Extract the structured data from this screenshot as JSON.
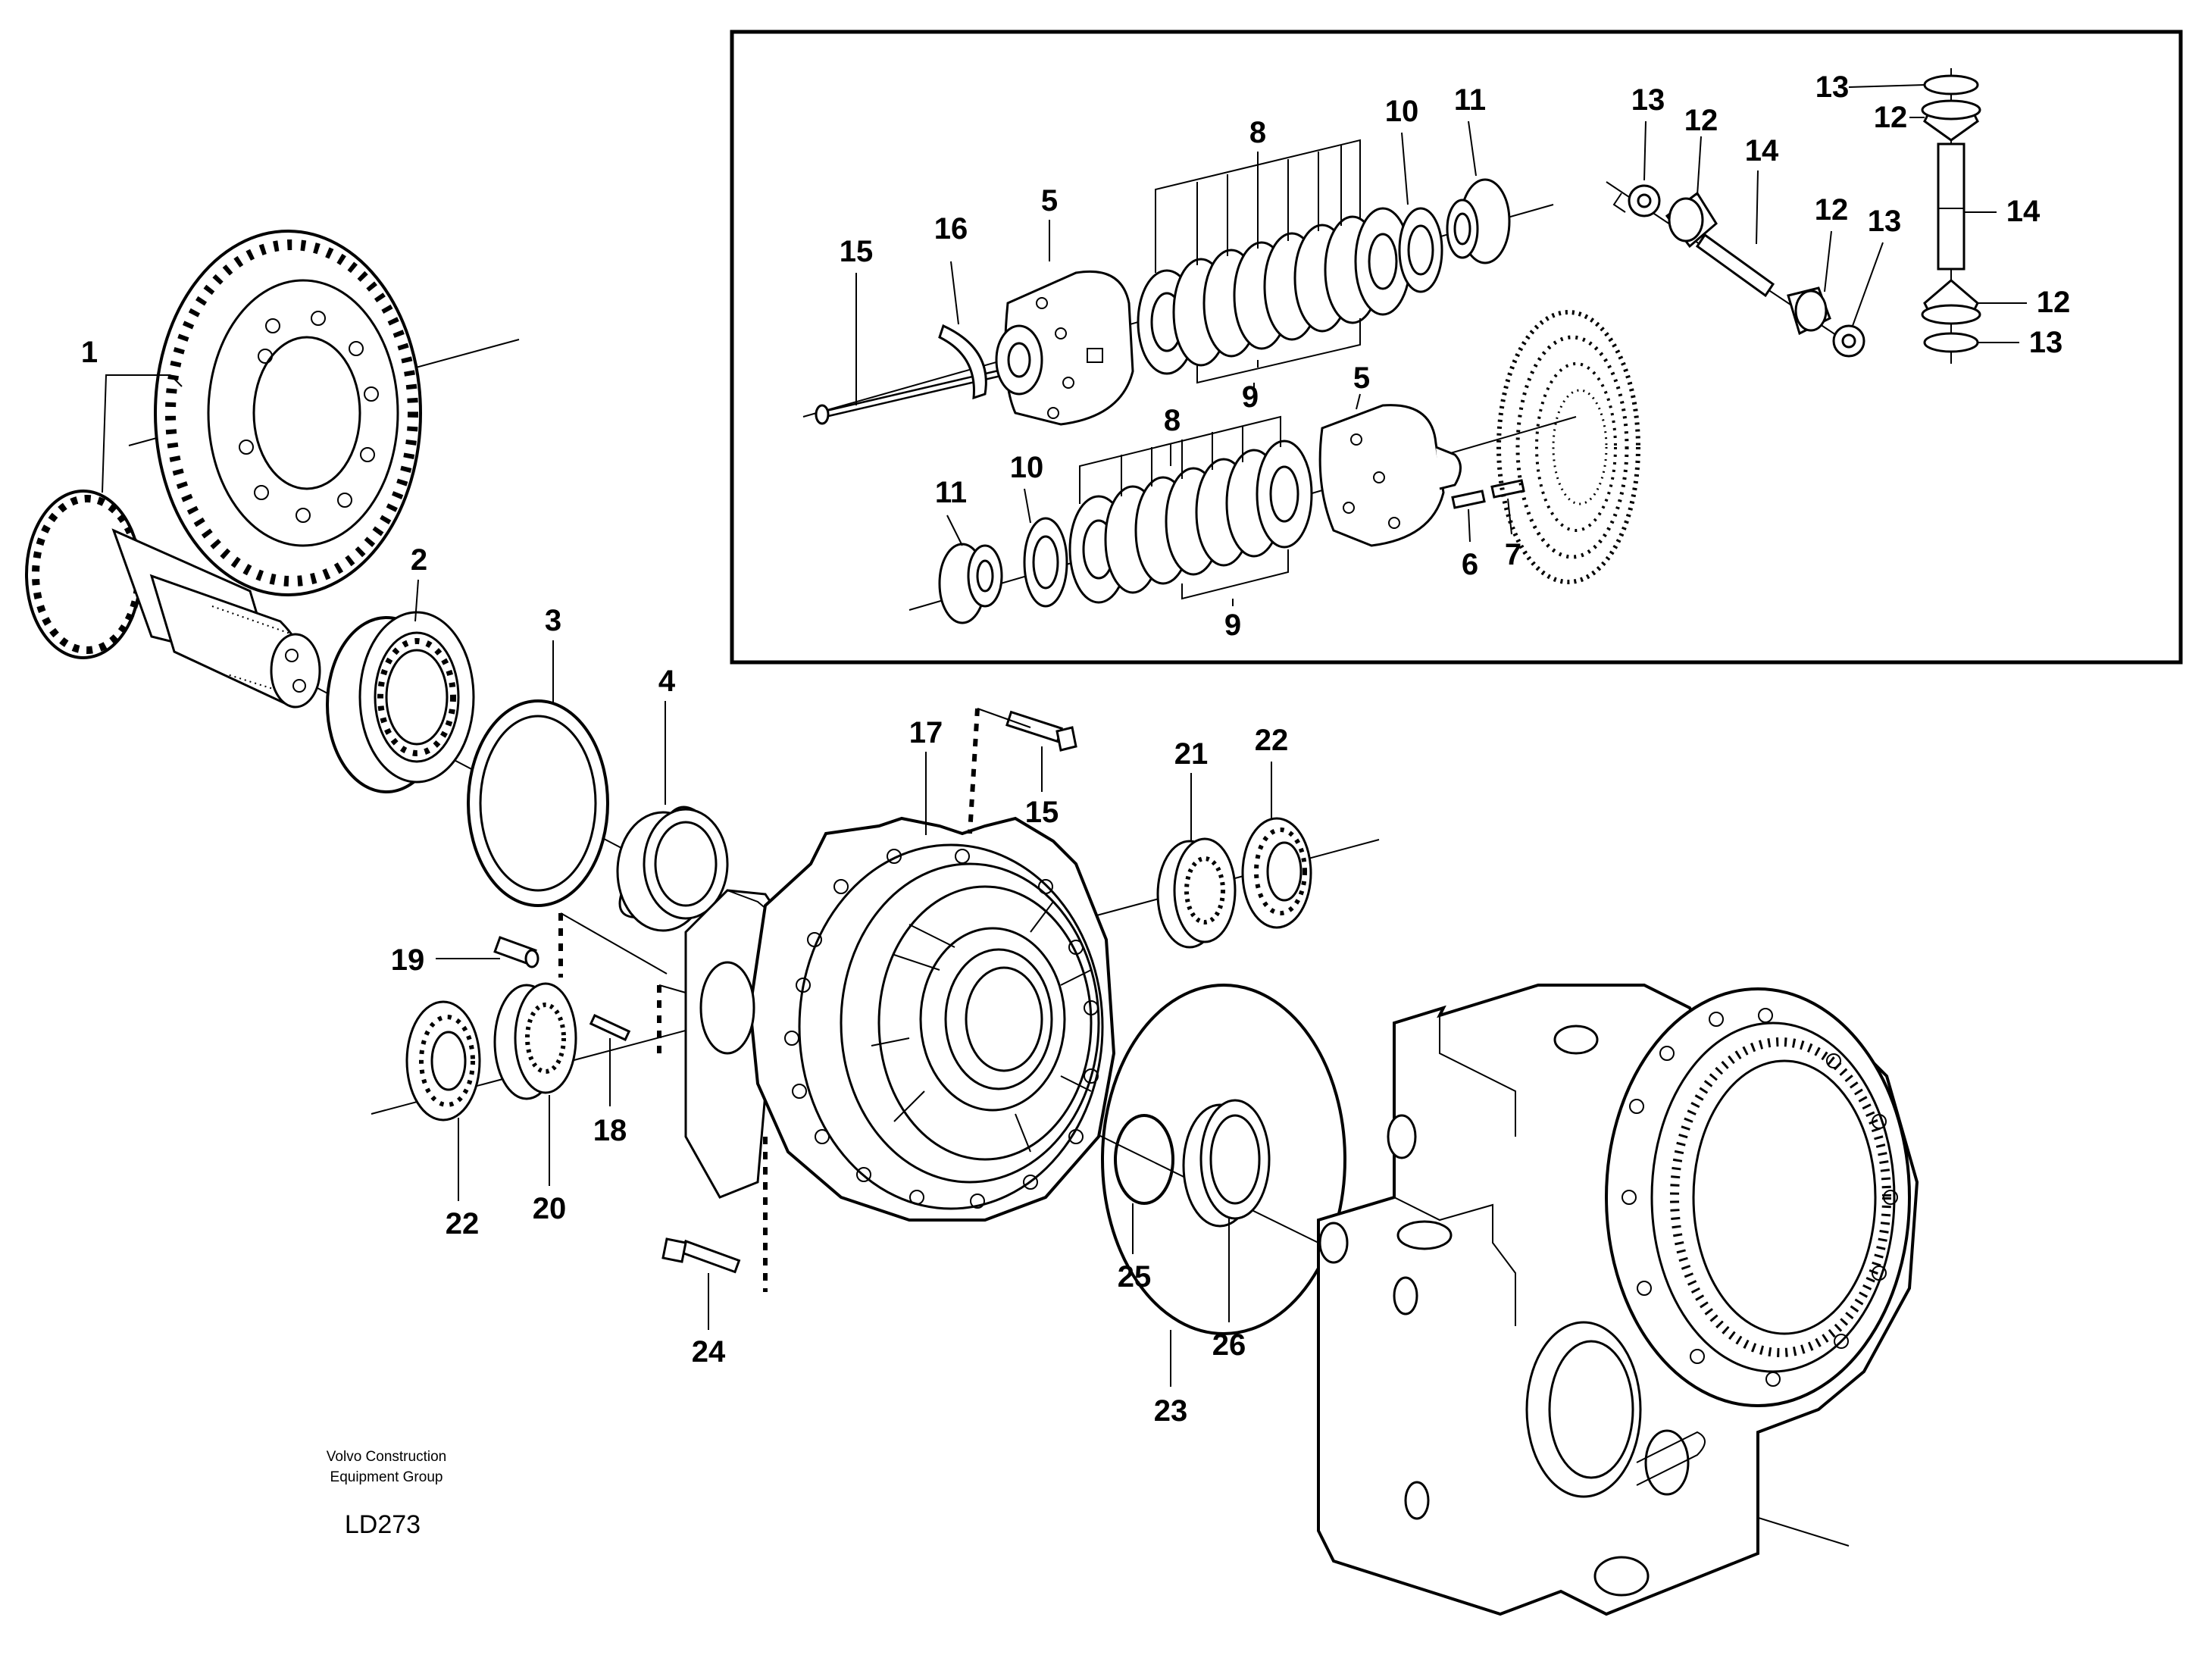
{
  "labels": {
    "n1": "1",
    "n2": "2",
    "n3": "3",
    "n4": "4",
    "n5a": "5",
    "n5b": "5",
    "n6": "6",
    "n7": "7",
    "n8a": "8",
    "n8b": "8",
    "n9a": "9",
    "n9b": "9",
    "n10a": "10",
    "n10b": "10",
    "n11a": "11",
    "n11b": "11",
    "n12a": "12",
    "n12b": "12",
    "n12c": "12",
    "n12d": "12",
    "n13a": "13",
    "n13b": "13",
    "n13c": "13",
    "n13d": "13",
    "n14a": "14",
    "n14b": "14",
    "n15a": "15",
    "n15b": "15",
    "n16": "16",
    "n17": "17",
    "n18": "18",
    "n19": "19",
    "n20": "20",
    "n21": "21",
    "n22a": "22",
    "n22b": "22",
    "n23": "23",
    "n24": "24",
    "n25": "25",
    "n26": "26"
  },
  "credit": {
    "line1": "Volvo Construction",
    "line2": "Equipment Group"
  },
  "doc_id": "LD273"
}
